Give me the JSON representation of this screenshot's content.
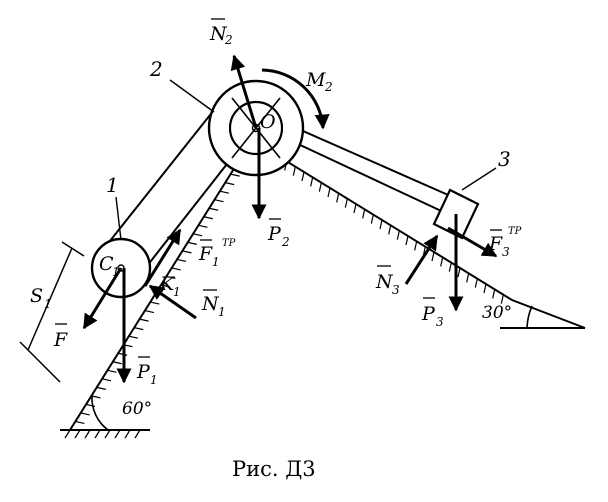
{
  "figure": {
    "caption": "Рис. Д3",
    "body_labels": {
      "body1": "1",
      "body2": "2",
      "body3": "3"
    },
    "point_labels": {
      "c1": "C",
      "c1_sub": "1",
      "k1": "K",
      "k1_sub": "1",
      "o2": "O"
    },
    "forces": {
      "n2": {
        "letter": "N",
        "index": "2"
      },
      "m2": {
        "letter": "M",
        "index": "2"
      },
      "p2": {
        "letter": "P",
        "index": "2"
      },
      "f1tp": {
        "letter": "F",
        "index": "1",
        "sup": "ТР"
      },
      "n1": {
        "letter": "N",
        "index": "1"
      },
      "p1": {
        "letter": "P",
        "index": "1"
      },
      "f": {
        "letter": "F"
      },
      "s1": {
        "letter": "S",
        "index": "1"
      },
      "n3": {
        "letter": "N",
        "index": "3"
      },
      "p3": {
        "letter": "P",
        "index": "3"
      },
      "f3tp": {
        "letter": "F",
        "index": "3",
        "sup": "ТР"
      }
    },
    "angles": {
      "left": "60°",
      "right": "30°"
    }
  }
}
